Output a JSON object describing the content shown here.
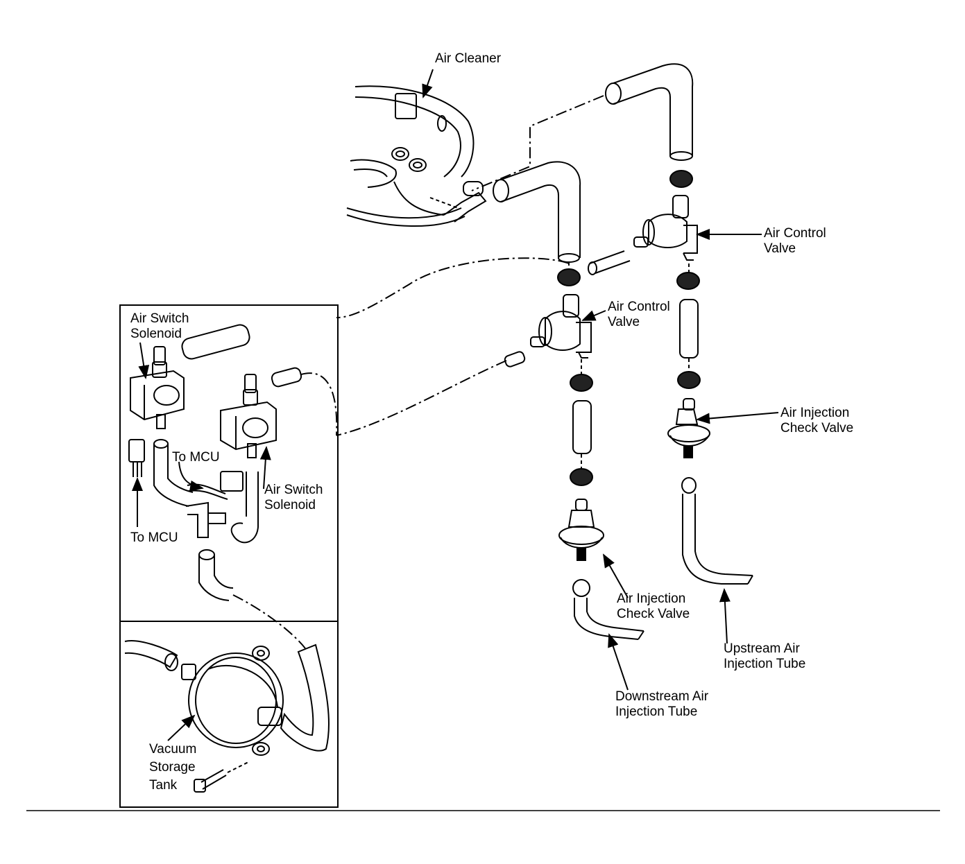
{
  "labels": {
    "air_cleaner": "Air Cleaner",
    "air_control_valve_upper": "Air Control\nValve",
    "air_control_valve_lower": "Air Control\nValve",
    "air_switch_solenoid_left": "Air Switch\nSolenoid",
    "air_switch_solenoid_right": "Air Switch\nSolenoid",
    "to_mcu_upper": "To MCU",
    "to_mcu_lower": "To MCU",
    "air_injection_check_valve_right": "Air Injection\nCheck Valve",
    "air_injection_check_valve_left": "Air Injection\nCheck Valve",
    "upstream_air_injection_tube": "Upstream Air\nInjection Tube",
    "downstream_air_injection_tube": "Downstream Air\nInjection Tube",
    "vacuum_storage_tank": "Vacuum\nStorage\nTank"
  },
  "colors": {
    "ink": "#000000",
    "paper": "#ffffff"
  }
}
